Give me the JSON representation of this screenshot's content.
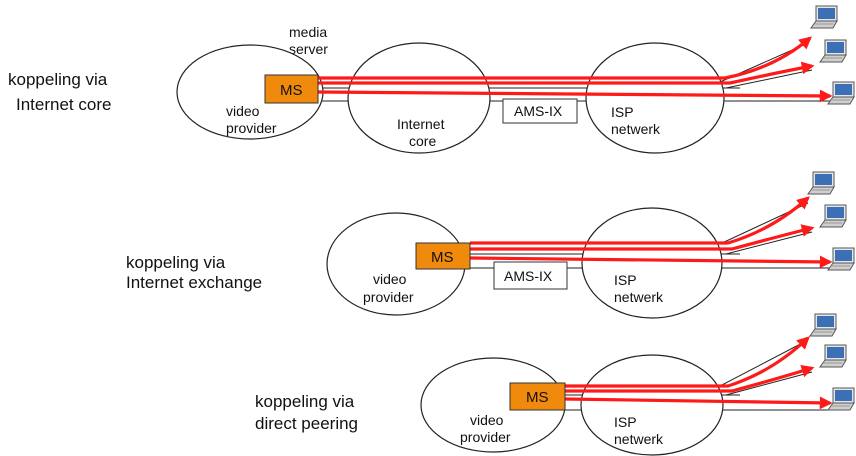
{
  "colors": {
    "stream": "#ff1a1a",
    "media_server": "#f08a0c",
    "laptop_screen": "#3b6fb6"
  },
  "annotation": {
    "media_server": [
      "media",
      "server"
    ]
  },
  "labels": {
    "ms": "MS",
    "exchange": "AMS-IX",
    "video_provider": [
      "video",
      "provider"
    ],
    "internet_core": [
      "Internet",
      "core"
    ],
    "isp_network": [
      "ISP",
      "netwerk"
    ]
  },
  "scenarios": [
    {
      "title": [
        "koppeling via",
        "Internet core"
      ],
      "has_core": true,
      "has_exchange": true
    },
    {
      "title": [
        "koppeling via",
        "Internet exchange"
      ],
      "has_core": false,
      "has_exchange": true
    },
    {
      "title": [
        "koppeling via",
        "direct peering"
      ],
      "has_core": false,
      "has_exchange": false
    }
  ],
  "icons": {
    "client": "laptop-icon"
  }
}
